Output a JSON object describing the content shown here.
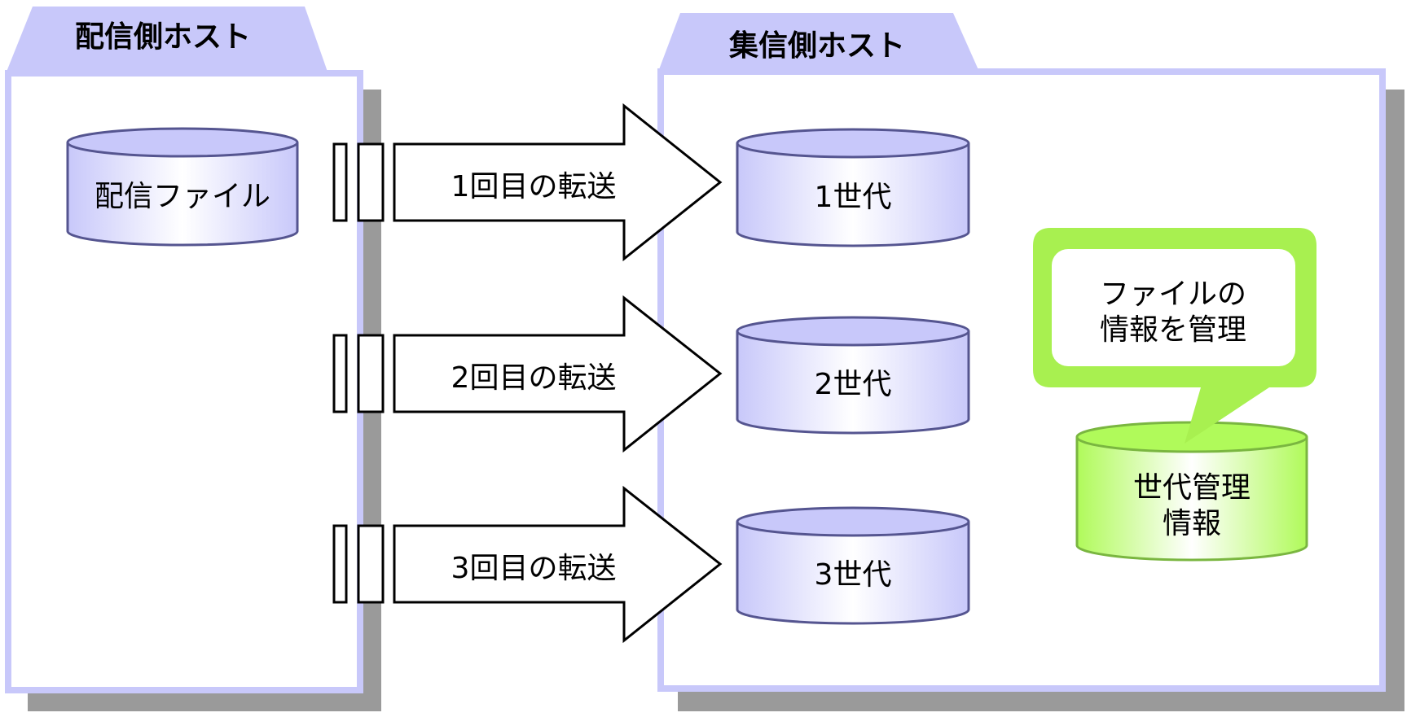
{
  "sender": {
    "title": "配信側ホスト",
    "file_label": "配信ファイル"
  },
  "transfers": [
    {
      "label": "1回目の転送"
    },
    {
      "label": "2回目の転送"
    },
    {
      "label": "3回目の転送"
    }
  ],
  "receiver": {
    "title": "集信側ホスト",
    "generations": [
      {
        "label": "1世代"
      },
      {
        "label": "2世代"
      },
      {
        "label": "3世代"
      }
    ],
    "callout_lines": [
      "ファイルの",
      "情報を管理"
    ],
    "mgmt_db_lines": [
      "世代管理",
      "情報"
    ]
  },
  "colors": {
    "tab_fill": "#c8c8fa",
    "panel_border": "#c8c8fa",
    "shadow": "#9a9a9a",
    "cylinder_blue": "#c8c8fa",
    "cylinder_green": "#b0fa5a",
    "callout_green": "#a8f050"
  }
}
